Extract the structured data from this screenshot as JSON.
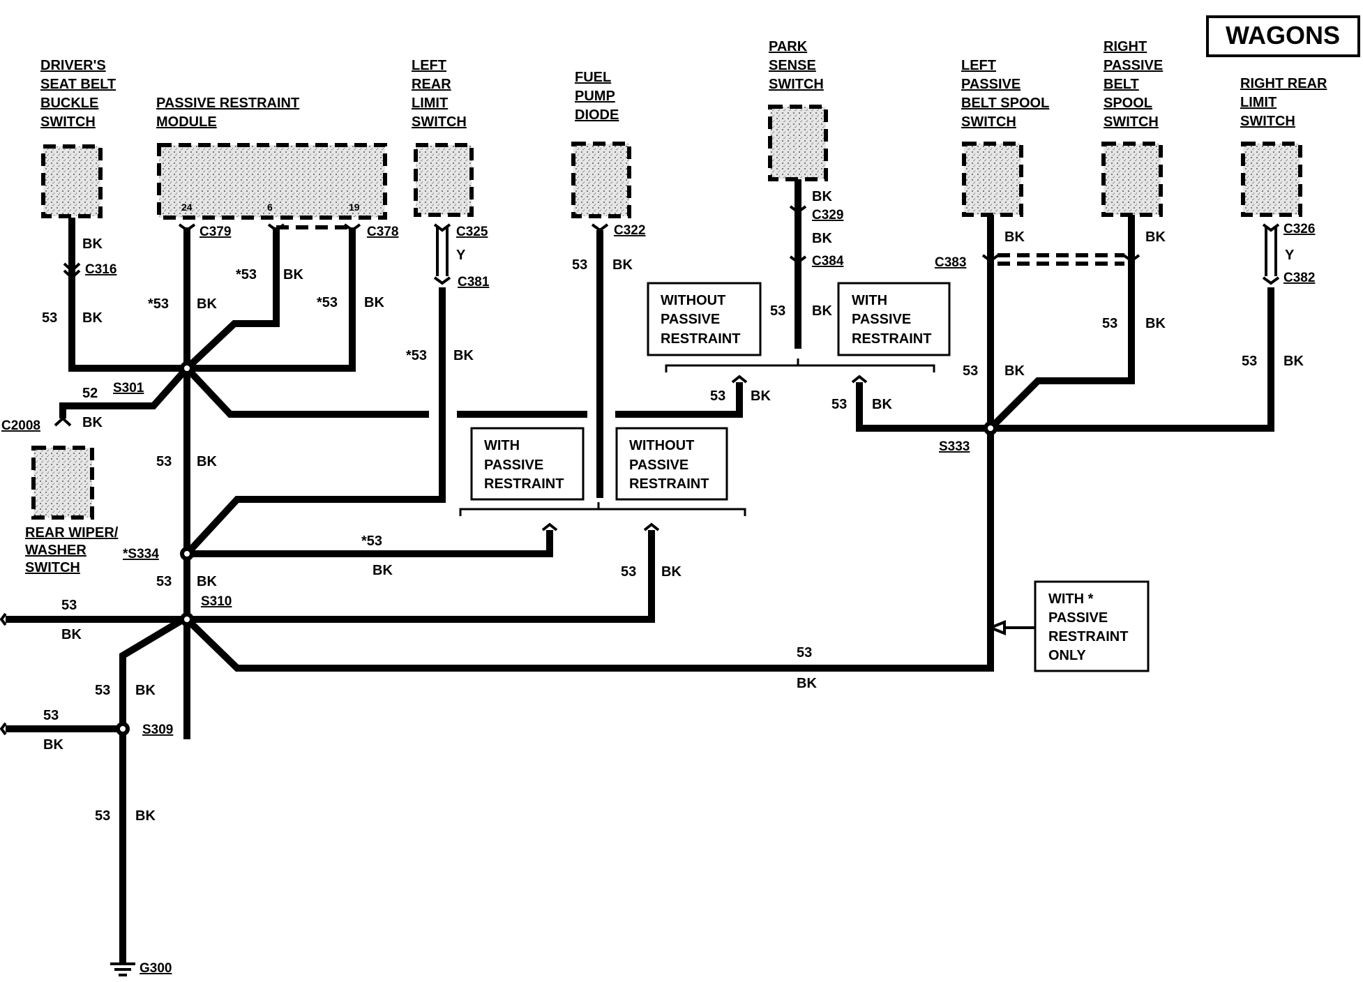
{
  "badge": "WAGONS",
  "components": {
    "drivers_seat_belt": [
      "DRIVER'S",
      "SEAT BELT",
      "BUCKLE",
      "SWITCH"
    ],
    "prm": [
      "PASSIVE RESTRAINT",
      "MODULE"
    ],
    "prm_pins": [
      "24",
      "6",
      "19"
    ],
    "left_rear_limit": [
      "LEFT",
      "REAR",
      "LIMIT",
      "SWITCH"
    ],
    "fuel_pump_diode": [
      "FUEL",
      "PUMP",
      "DIODE"
    ],
    "park_sense": [
      "PARK",
      "SENSE",
      "SWITCH"
    ],
    "left_passive_spool": [
      "LEFT",
      "PASSIVE",
      "BELT SPOOL",
      "SWITCH"
    ],
    "right_passive_spool": [
      "RIGHT",
      "PASSIVE",
      "BELT",
      "SPOOL",
      "SWITCH"
    ],
    "right_rear_limit": [
      "RIGHT REAR",
      "LIMIT",
      "SWITCH"
    ],
    "rear_wiper": [
      "REAR WIPER/",
      "WASHER",
      "SWITCH"
    ]
  },
  "connectors": {
    "c316": "C316",
    "c379": "C379",
    "c378": "C378",
    "c325": "C325",
    "c381": "C381",
    "c322": "C322",
    "c329": "C329",
    "c384": "C384",
    "c383": "C383",
    "c326": "C326",
    "c382": "C382",
    "c2008": "C2008",
    "s301": "S301",
    "s334": "*S334",
    "s310": "S310",
    "s309": "S309",
    "s333": "S333",
    "g300": "G300"
  },
  "wires": {
    "w53": "53",
    "w53s": "*53",
    "w52": "52",
    "bk": "BK",
    "y": "Y"
  },
  "boxes": {
    "with_pr": [
      "WITH",
      "PASSIVE",
      "RESTRAINT"
    ],
    "without_pr": [
      "WITHOUT",
      "PASSIVE",
      "RESTRAINT"
    ],
    "with_pr_only": [
      "WITH *",
      "PASSIVE",
      "RESTRAINT",
      "ONLY"
    ]
  }
}
